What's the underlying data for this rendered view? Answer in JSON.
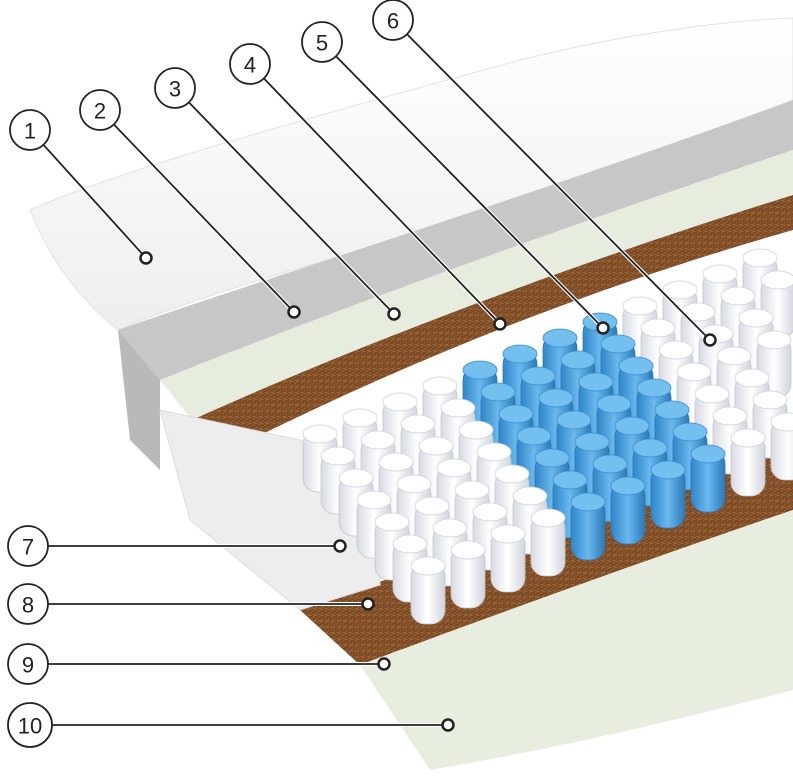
{
  "diagram": {
    "callouts": [
      {
        "label": "1"
      },
      {
        "label": "2"
      },
      {
        "label": "3"
      },
      {
        "label": "4"
      },
      {
        "label": "5"
      },
      {
        "label": "6"
      },
      {
        "label": "7"
      },
      {
        "label": "8"
      },
      {
        "label": "9"
      },
      {
        "label": "10"
      }
    ]
  },
  "colors": {
    "cover": "#f4f4f4",
    "foam_gray": "#c9c9c9",
    "foam_light": "#e9efe2",
    "coconut": "#7a4a25",
    "spring_white": "#eceef3",
    "spring_blue": "#3f9ad8",
    "felt": "#9a8f8a",
    "callout_line": "#222222"
  }
}
